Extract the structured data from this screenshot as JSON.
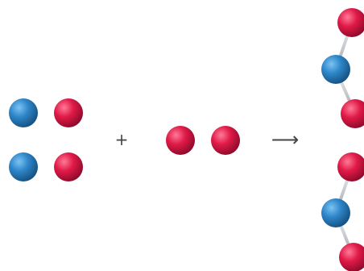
{
  "reaction": {
    "plus_sign": "+",
    "arrow_sign": "⟶"
  },
  "colors": {
    "carbon_atom": "#2e86c9",
    "oxygen_atom": "#e11a48",
    "bond": "#d2d4d6",
    "symbol": "#444444",
    "background": "#ffffff"
  },
  "reactants": {
    "carbon_monoxide_count": 2,
    "oxygen_count": 1
  },
  "products": {
    "carbon_dioxide_count": 2
  }
}
